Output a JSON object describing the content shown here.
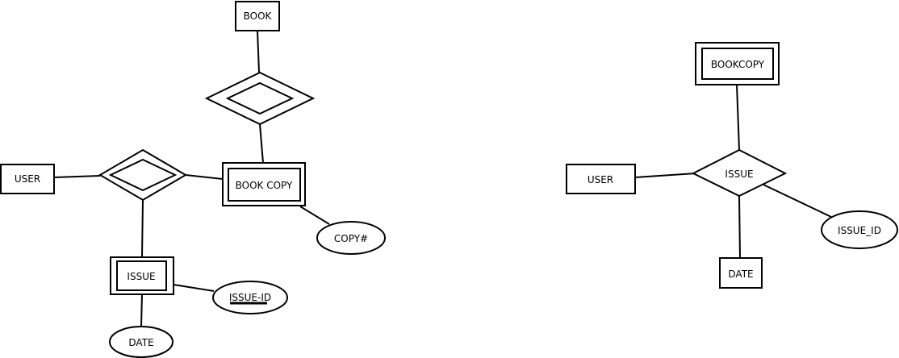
{
  "left_diagram": {
    "book": "BOOK",
    "user": "USER",
    "book_copy": "BOOK COPY",
    "copy_attr": "COPY#",
    "issue": "ISSUE",
    "issue_id_attr": "ISSUE-ID",
    "date_attr": "DATE"
  },
  "right_diagram": {
    "bookcopy": "BOOKCOPY",
    "user": "USER",
    "issue": "ISSUE",
    "issue_id_attr": "ISSUE_ID",
    "date": "DATE"
  },
  "colors": {
    "stroke": "#000000",
    "background": "#ffffff"
  }
}
